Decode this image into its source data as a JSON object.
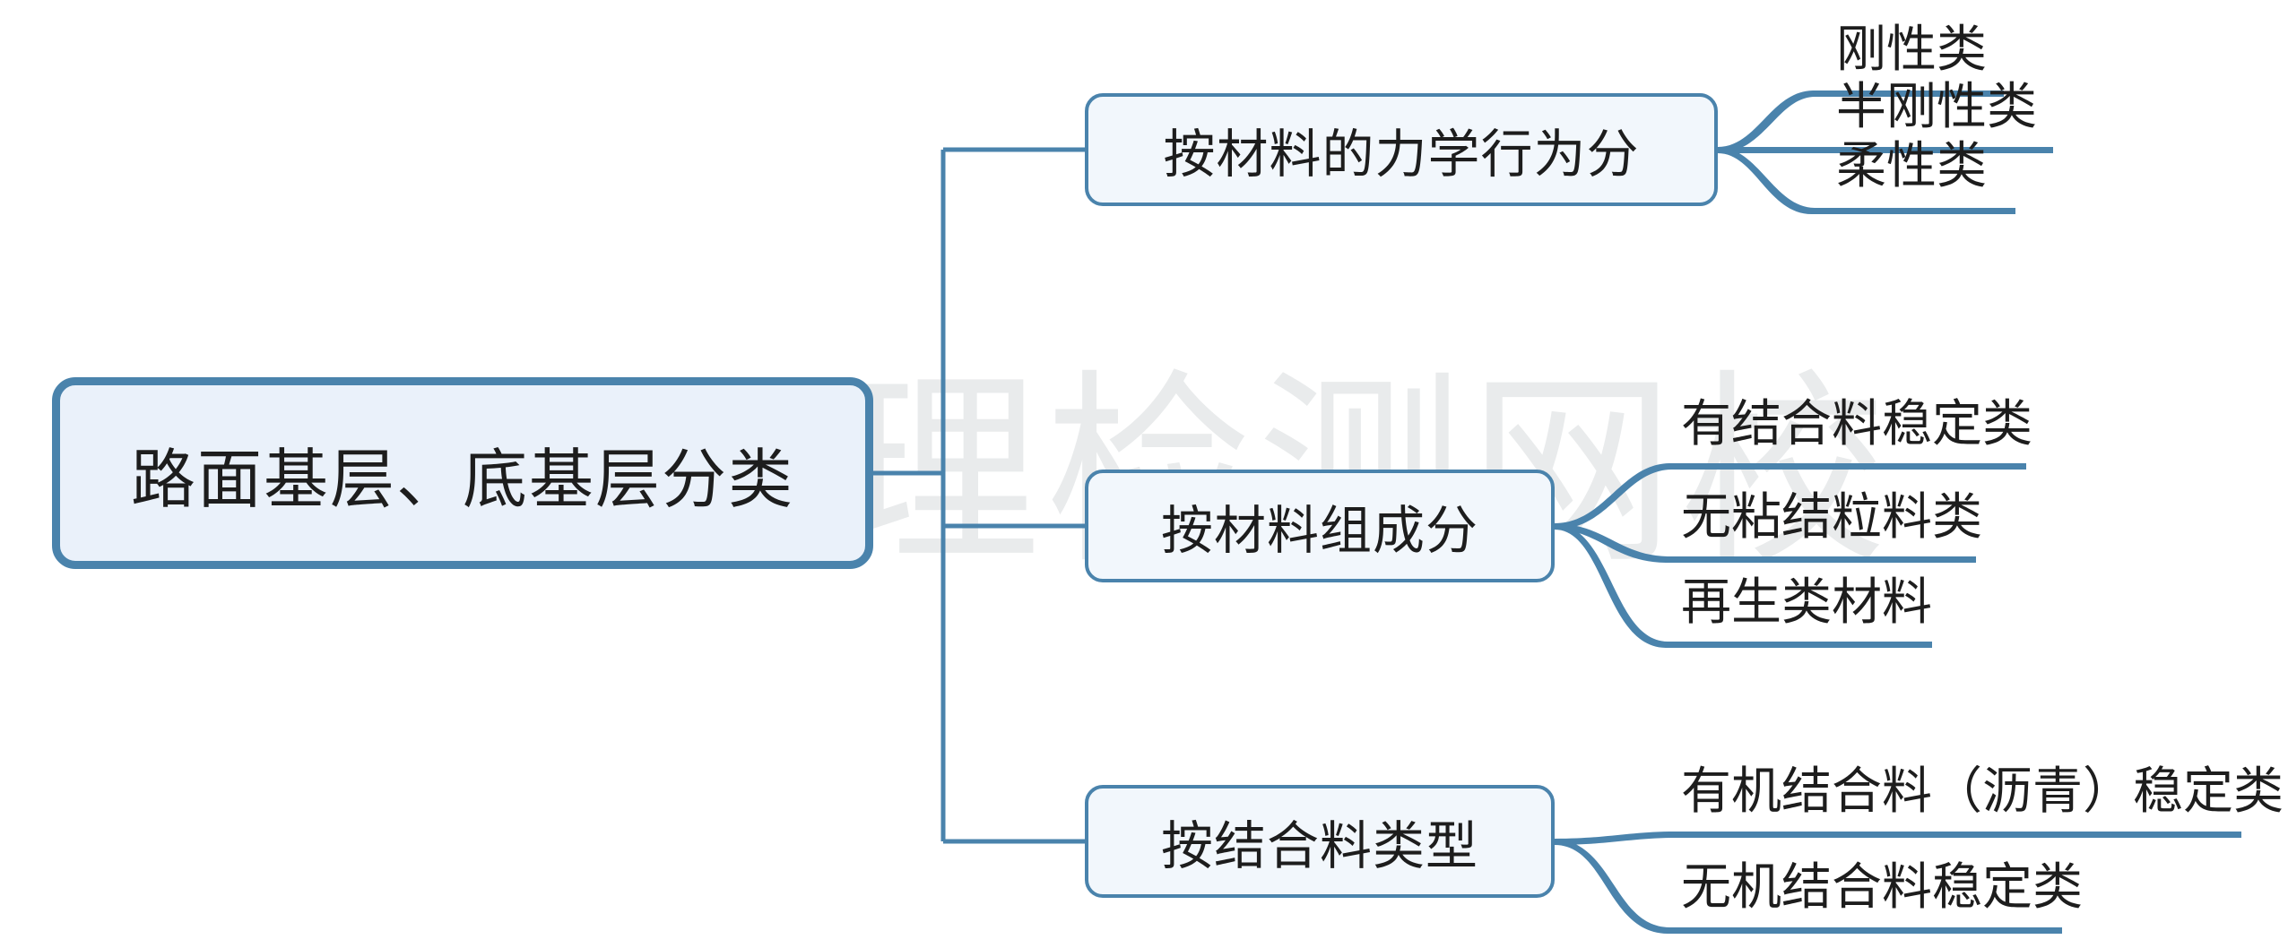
{
  "diagram": {
    "type": "mind-map",
    "title": "路面基层、底基层分类",
    "watermark": "理检测网校",
    "colors": {
      "line": "#4a83ac",
      "root_border": "#4a83ac",
      "root_fill": "#eaf1fa",
      "branch_border": "#4a83ac",
      "branch_fill": "#f2f7fc",
      "text": "#1d1d1d",
      "watermark": "#e9ebec",
      "background": "#ffffff"
    },
    "root": {
      "label": "路面基层、底基层分类"
    },
    "branches": [
      {
        "label": "按材料的力学行为分",
        "leaves": [
          {
            "label": "刚性类"
          },
          {
            "label": "半刚性类"
          },
          {
            "label": "柔性类"
          }
        ]
      },
      {
        "label": "按材料组成分",
        "leaves": [
          {
            "label": "有结合料稳定类"
          },
          {
            "label": "无粘结粒料类"
          },
          {
            "label": "再生类材料"
          }
        ]
      },
      {
        "label": "按结合料类型",
        "leaves": [
          {
            "label": "有机结合料（沥青）稳定类"
          },
          {
            "label": "无机结合料稳定类"
          }
        ]
      }
    ]
  }
}
